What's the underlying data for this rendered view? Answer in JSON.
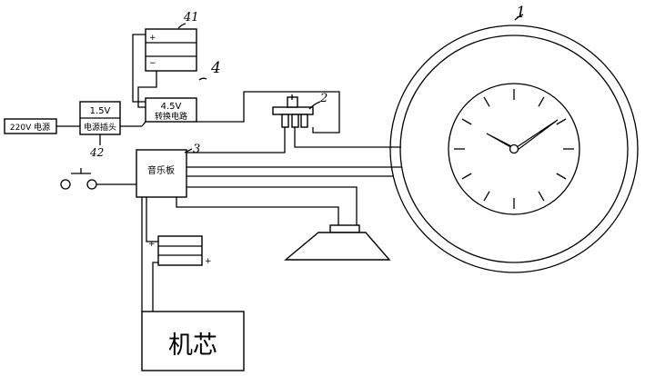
{
  "labels": {
    "ac_source": "220V 电源",
    "adapter_voltage": "1.5V",
    "adapter_name": "电源插头",
    "converter_voltage": "4.5V",
    "converter_name": "转换电路",
    "music_board": "音乐板",
    "movement": "机芯"
  },
  "reference_numerals": {
    "clock": "1",
    "switch": "2",
    "music_board": "3",
    "power_assembly": "4",
    "battery_box": "41",
    "adapter": "42"
  },
  "polarity": {
    "plus": "+",
    "minus": "−"
  }
}
